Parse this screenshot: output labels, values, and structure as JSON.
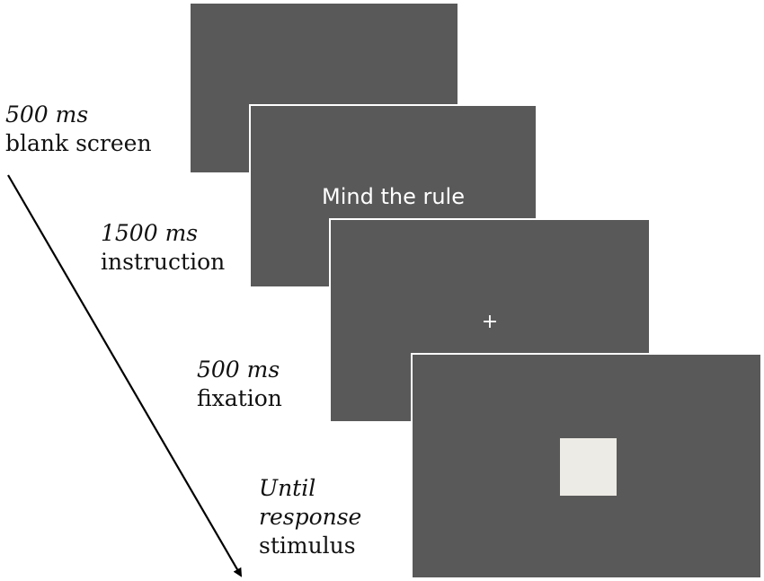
{
  "screens": {
    "instruction_text": "Mind the rule",
    "fixation_symbol": "+",
    "screen_color": "#595959",
    "stimulus_color": "#edebe5"
  },
  "steps": [
    {
      "duration": "500 ms",
      "name": "blank screen"
    },
    {
      "duration": "1500 ms",
      "name": "instruction"
    },
    {
      "duration": "500 ms",
      "name": "fixation"
    },
    {
      "duration_line1": "Until",
      "duration_line2": "response",
      "name": "stimulus"
    }
  ],
  "arrow": {
    "icon": "arrow-down-right-icon",
    "color": "#000000"
  }
}
